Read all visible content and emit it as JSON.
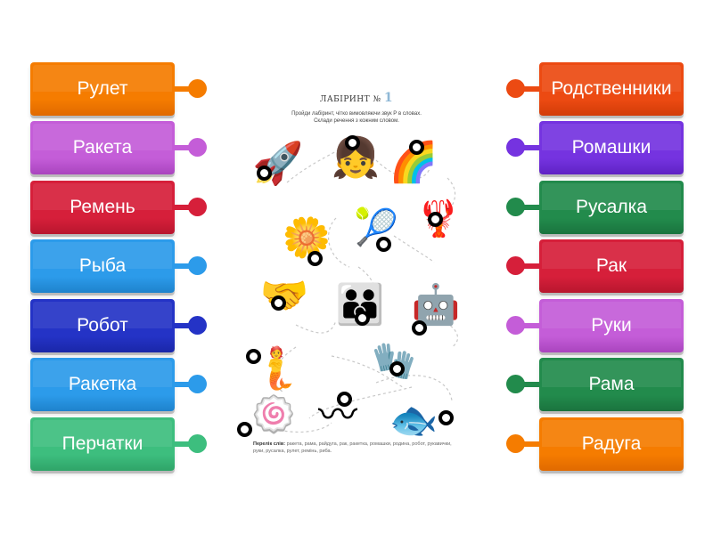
{
  "left_items": [
    {
      "label": "Рулет",
      "color": "#F57C00",
      "shade": "#E06A00"
    },
    {
      "label": "Ракета",
      "color": "#C45DD8",
      "shade": "#A944BE"
    },
    {
      "label": "Ремень",
      "color": "#D61F3A",
      "shade": "#B8162E"
    },
    {
      "label": "Рыба",
      "color": "#2C9BEA",
      "shade": "#1E82CC"
    },
    {
      "label": "Робот",
      "color": "#2433C6",
      "shade": "#1A27A8"
    },
    {
      "label": "Ракетка",
      "color": "#2C9BEA",
      "shade": "#1E82CC"
    },
    {
      "label": "Перчатки",
      "color": "#3DBE7E",
      "shade": "#2FA468"
    }
  ],
  "right_items": [
    {
      "label": "Родственники",
      "color": "#EC4A12",
      "shade": "#D23C08"
    },
    {
      "label": "Ромашки",
      "color": "#7533E0",
      "shade": "#5F22C4"
    },
    {
      "label": "Русалка",
      "color": "#228B4C",
      "shade": "#1A733E"
    },
    {
      "label": "Рак",
      "color": "#D61F3A",
      "shade": "#B8162E"
    },
    {
      "label": "Руки",
      "color": "#C45DD8",
      "shade": "#A944BE"
    },
    {
      "label": "Рама",
      "color": "#228B4C",
      "shade": "#1A733E"
    },
    {
      "label": "Радуга",
      "color": "#F57C00",
      "shade": "#E06A00"
    }
  ],
  "worksheet": {
    "title": "ЛАБІРИНТ №",
    "title_number": "1",
    "instruction_line1": "Пройди лабіринт, чітко вимовляючи звук Р в словах.",
    "instruction_line2": "Склади речення з кожним словом.",
    "wordlist_label": "Перелік слів:",
    "wordlist_text": "ракета, рама, райдуга, рак, ракетка, ромашки, родина, робот, рукавички, руки, русалка, рулет, ремінь, риба.",
    "pictures": [
      {
        "name": "rocket",
        "glyph": "🚀"
      },
      {
        "name": "girl-window",
        "glyph": "👧"
      },
      {
        "name": "rainbow",
        "glyph": "🌈"
      },
      {
        "name": "crayfish",
        "glyph": "🦞"
      },
      {
        "name": "flowers",
        "glyph": "🌼"
      },
      {
        "name": "girl-racket",
        "glyph": "🎾"
      },
      {
        "name": "hands",
        "glyph": "🤝"
      },
      {
        "name": "family",
        "glyph": "👪"
      },
      {
        "name": "robot",
        "glyph": "🤖"
      },
      {
        "name": "mermaid",
        "glyph": "🧜"
      },
      {
        "name": "gloves",
        "glyph": "🧤"
      },
      {
        "name": "roll-cake",
        "glyph": "🍥"
      },
      {
        "name": "belt",
        "glyph": "〰"
      },
      {
        "name": "fish",
        "glyph": "🐟"
      }
    ]
  }
}
